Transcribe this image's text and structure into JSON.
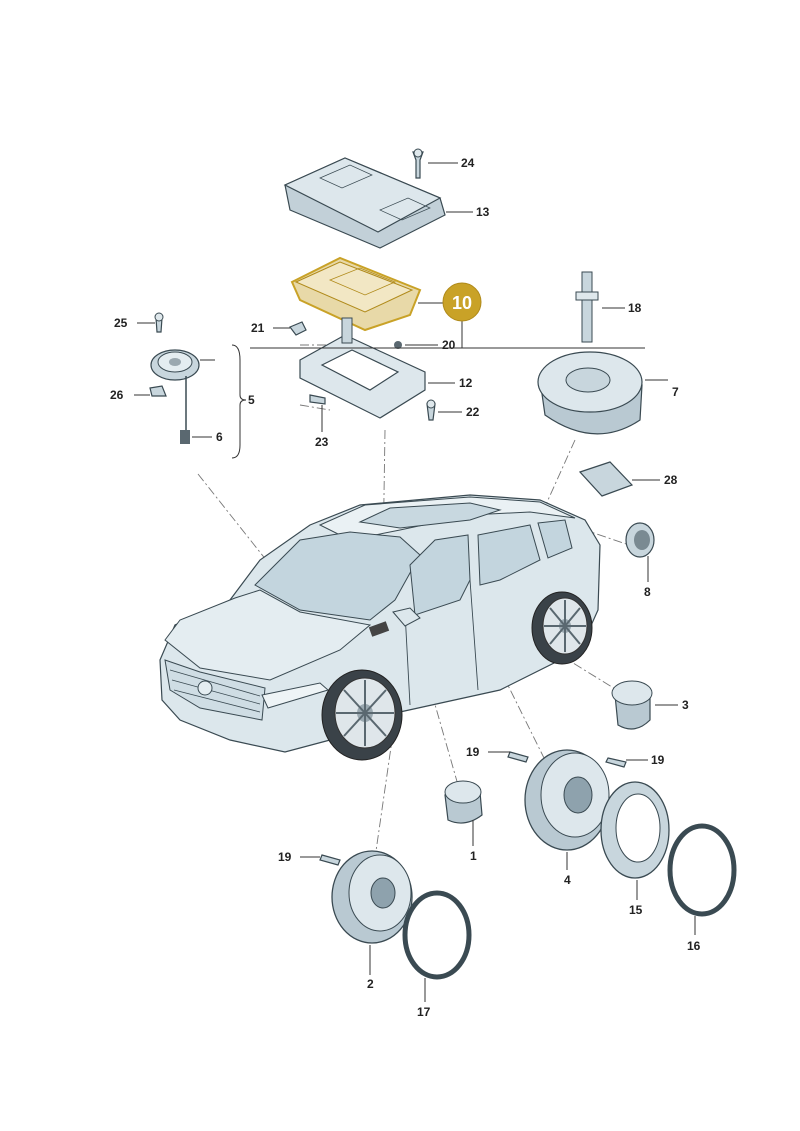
{
  "highlight": {
    "number": "10",
    "color": "#c9a227",
    "fill": "#e8d9a8"
  },
  "colors": {
    "part_light": "#dde8ee",
    "part_mid": "#b9c9d2",
    "part_dark": "#8ea2ad",
    "outline": "#3a4a52"
  },
  "labels": {
    "l1": "1",
    "l2": "2",
    "l3": "3",
    "l4": "4",
    "l5": "5",
    "l6": "6",
    "l7": "7",
    "l8": "8",
    "l12": "12",
    "l13": "13",
    "l15": "15",
    "l16": "16",
    "l17": "17",
    "l18": "18",
    "l19a": "19",
    "l19b": "19",
    "l19c": "19",
    "l20": "20",
    "l21": "21",
    "l22": "22",
    "l23": "23",
    "l24": "24",
    "l25": "25",
    "l26": "26",
    "l28": "28"
  }
}
